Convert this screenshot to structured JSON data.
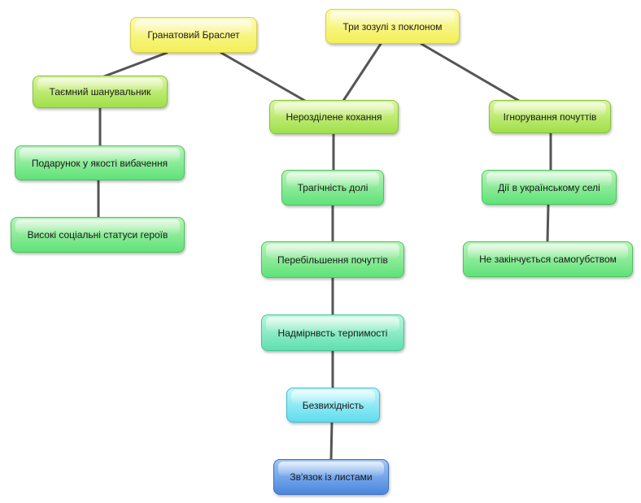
{
  "nodes": {
    "granatovyi": "Гранатовий Браслет",
    "try_zozuli": "Три зозулі з поклоном",
    "taiemnyi": "Таємний шанувальник",
    "nerozdilene": "Нерозділене кохання",
    "ihnoruvannia": "Ігнорування почуттів",
    "podarunok": "Подарунок у якості вибачення",
    "trahichnist": "Трагічність долі",
    "dii": "Дії в українському селі",
    "vysoki": "Високі соціальні статуси героїв",
    "perebilshennia": "Перебільшення почуттів",
    "ne_zakinchuietsia": "Не закінчується самогубством",
    "nadmirnist": "Надмірнвсть терпимості",
    "bezvykhidnist": "Безвихідність",
    "zviazok": "Зв'язок із листами"
  },
  "colors": {
    "yellow": "#f3ef58",
    "lime": "#9fe04a",
    "green": "#5fe278",
    "mint": "#5fe0b0",
    "cyan": "#5fdcee",
    "blue": "#4a86de",
    "connector": "#555555"
  }
}
